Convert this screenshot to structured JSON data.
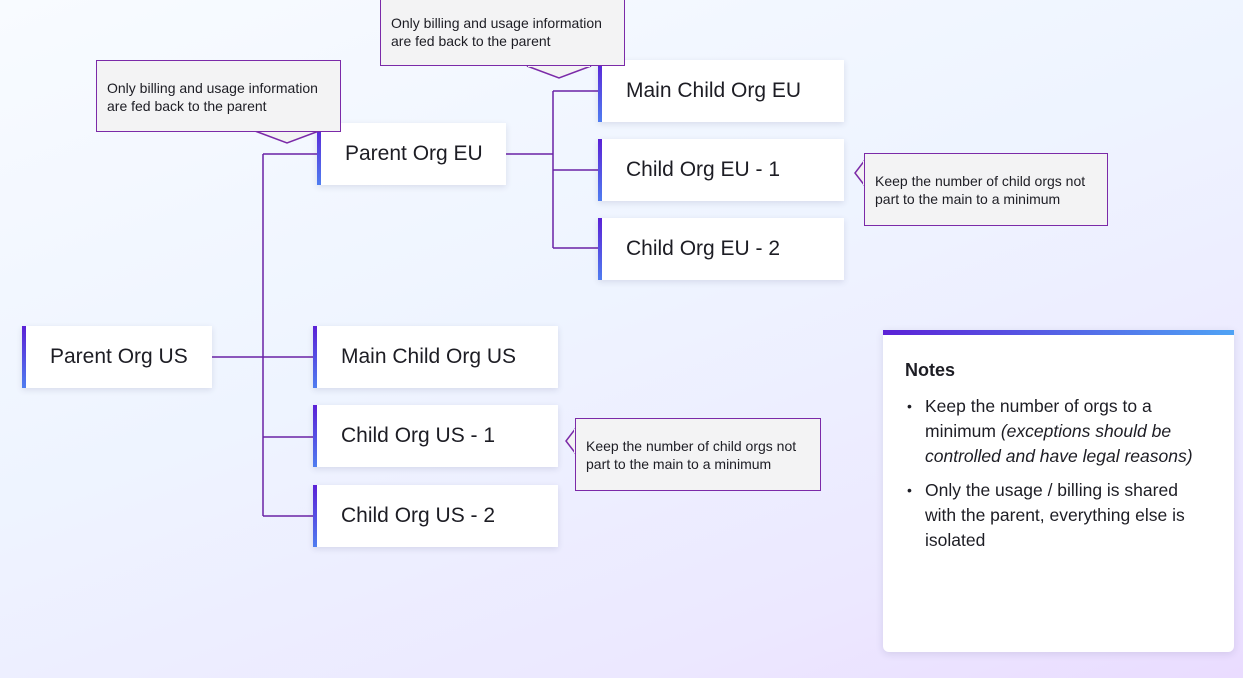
{
  "nodes": {
    "parent_us": "Parent Org US",
    "parent_eu": "Parent Org EU",
    "main_child_eu": "Main Child Org EU",
    "child_eu_1": "Child Org EU - 1",
    "child_eu_2": "Child Org EU - 2",
    "main_child_us": "Main Child Org US",
    "child_us_1": "Child Org US - 1",
    "child_us_2": "Child Org US - 2"
  },
  "callouts": {
    "billing_top": "Only billing and usage information\nare fed back to the parent",
    "billing_left": "Only billing and usage information\nare fed back to the parent",
    "child_orgs_eu": "Keep the number of child orgs not\npart to the main to a minimum",
    "child_orgs_us": "Keep the number of child orgs not\npart to the main to a minimum"
  },
  "notes": {
    "title": "Notes",
    "item1_text": "Keep the number of orgs to a minimum ",
    "item1_italic": "(exceptions should be controlled and have legal reasons)",
    "item2_text": "Only the usage / billing is shared with the parent, everything else is isolated"
  },
  "colors": {
    "connector": "#6a22a6",
    "accent_start": "#5b21d6",
    "accent_end": "#4f7df0"
  }
}
